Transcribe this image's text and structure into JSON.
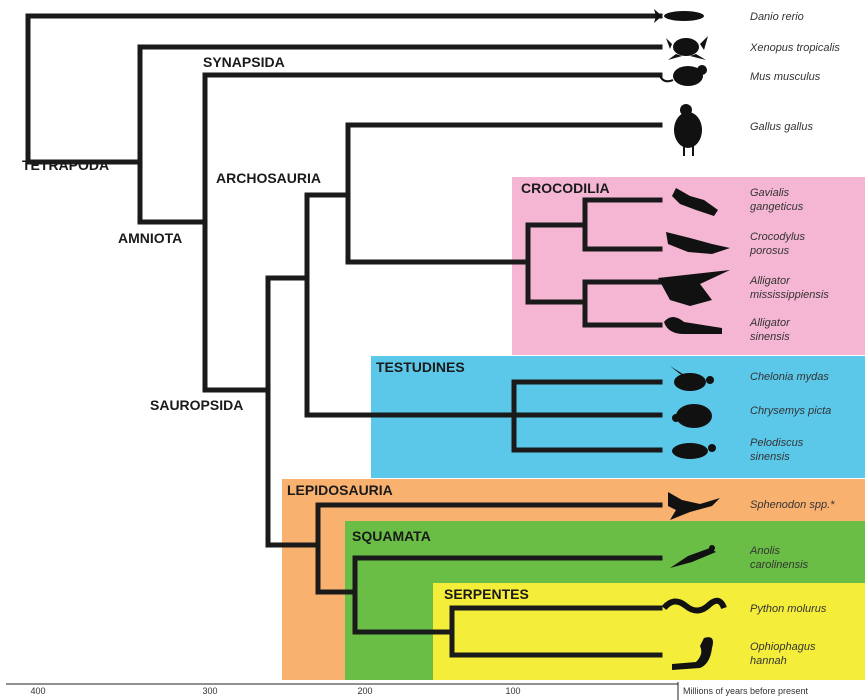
{
  "clades": {
    "tetrapoda": "TETRAPODA",
    "synapsida": "SYNAPSIDA",
    "amniota": "AMNIOTA",
    "archosauria": "ARCHOSAURIA",
    "crocodilia": "CROCODILIA",
    "sauropsida": "SAUROPSIDA",
    "testudines": "TESTUDINES",
    "lepidosauria": "LEPIDOSAURIA",
    "squamata": "SQUAMATA",
    "serpentes": "SERPENTES"
  },
  "species": {
    "danio": [
      "Danio rerio"
    ],
    "xenopus": [
      "Xenopus tropicalis"
    ],
    "mus": [
      "Mus musculus"
    ],
    "gallus": [
      "Gallus gallus"
    ],
    "gavialis": [
      "Gavialis",
      "gangeticus"
    ],
    "crocodylus": [
      "Crocodylus",
      "porosus"
    ],
    "allmiss": [
      "Alligator",
      "mississippiensis"
    ],
    "allsin": [
      "Alligator",
      "sinensis"
    ],
    "chelonia": [
      "Chelonia mydas"
    ],
    "chrysemys": [
      "Chrysemys picta"
    ],
    "pelodiscus": [
      "Pelodiscus",
      "sinensis"
    ],
    "sphenodon": [
      "Sphenodon spp.*"
    ],
    "anolis": [
      "Anolis",
      "carolinensis"
    ],
    "python": [
      "Python molurus"
    ],
    "ophiophagus": [
      "Ophiophagus",
      "hannah"
    ]
  },
  "axis": {
    "ticks": [
      "400",
      "300",
      "200",
      "100"
    ],
    "label": "Millions of years before present"
  },
  "colors": {
    "crocodilia": "#f4b6d2",
    "testudines": "#5bc8ea",
    "lepidosauria": "#f8b16f",
    "squamata": "#6abe45",
    "serpentes": "#f4ee3a",
    "branch": "#1a1a1a"
  }
}
